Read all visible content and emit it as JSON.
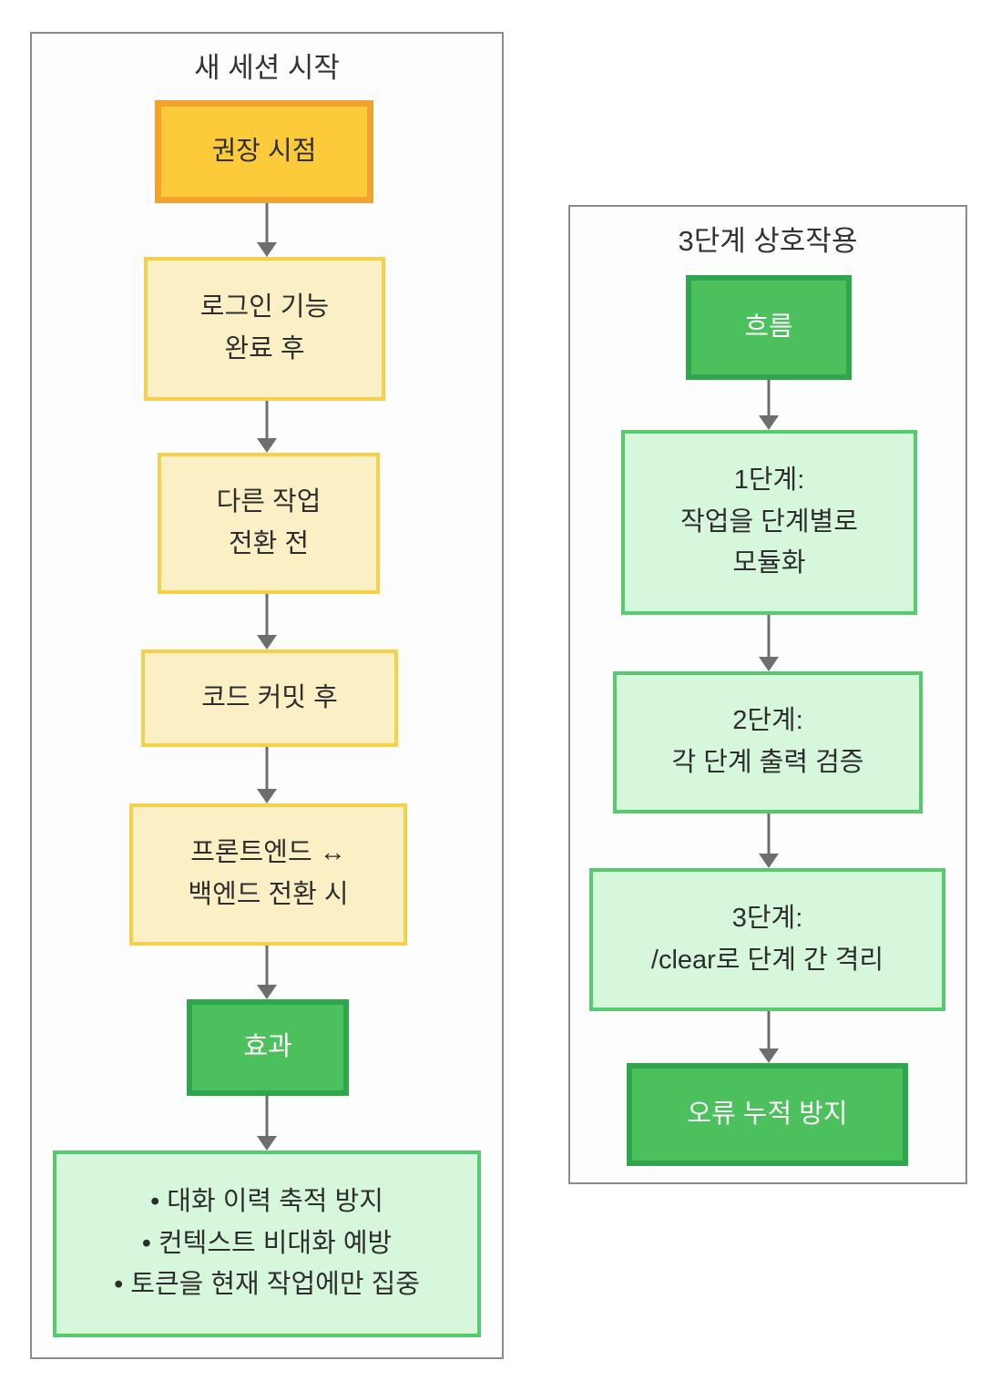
{
  "diagram": {
    "type": "flowchart",
    "left_group": {
      "title": "새 세션 시작",
      "nodes": [
        {
          "text": "권장 시점",
          "style": "orange"
        },
        {
          "text": "로그인 기능\n완료 후",
          "style": "yellow"
        },
        {
          "text": "다른 작업\n전환 전",
          "style": "yellow"
        },
        {
          "text": "코드 커밋 후",
          "style": "yellow"
        },
        {
          "text": "프론트엔드 ↔\n백엔드 전환 시",
          "style": "yellow"
        },
        {
          "text": "효과",
          "style": "green"
        },
        {
          "text": "• 대화 이력 축적 방지\n• 컨텍스트 비대화 예방\n• 토큰을 현재 작업에만 집중",
          "style": "pale"
        }
      ]
    },
    "right_group": {
      "title": "3단계 상호작용",
      "nodes": [
        {
          "text": "흐름",
          "style": "green"
        },
        {
          "text": "1단계:\n작업을 단계별로\n모듈화",
          "style": "pale"
        },
        {
          "text": "2단계:\n각 단계 출력 검증",
          "style": "pale"
        },
        {
          "text": "3단계:\n/clear로 단계 간 격리",
          "style": "pale"
        },
        {
          "text": "오류 누적 방지",
          "style": "green"
        }
      ]
    },
    "colors": {
      "orange_fill": "#fdca3a",
      "orange_border": "#f0a42e",
      "yellow_fill": "#fbf0c5",
      "yellow_border": "#f5d14b",
      "green_fill": "#4dc05e",
      "green_border": "#2ea64b",
      "pale_green_fill": "#d7f7dc",
      "pale_green_border": "#57c96e",
      "group_border": "#8b8b8b",
      "arrow": "#6e6e6e",
      "text_dark": "#2e2e2e",
      "text_light": "#ffffff"
    }
  }
}
